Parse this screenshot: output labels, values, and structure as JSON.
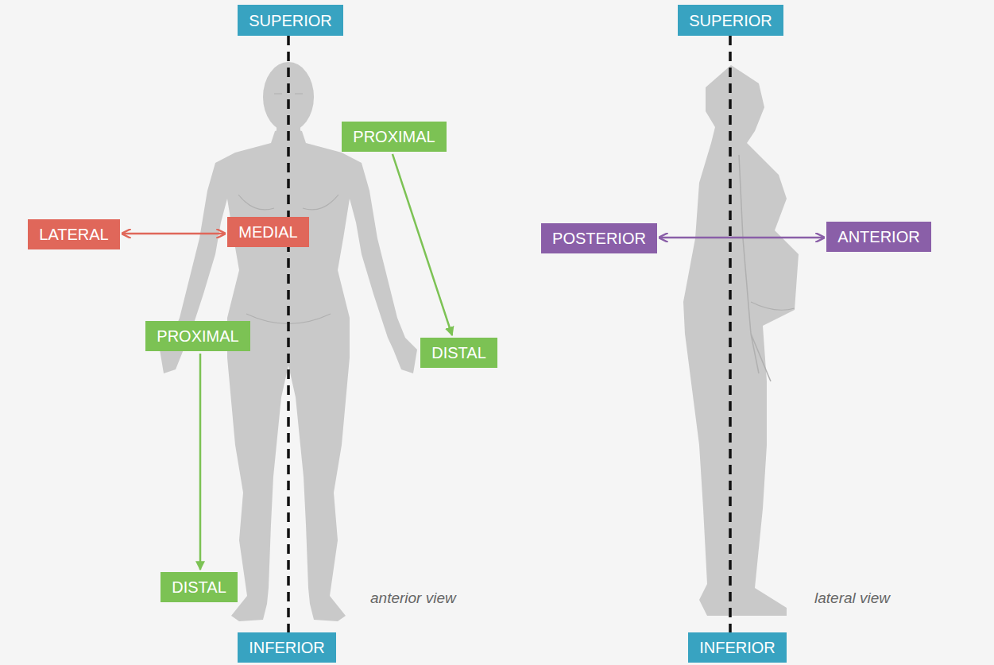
{
  "diagram": {
    "nodes": [
      {
        "text": [
          "SUPERIOR"
        ]
      },
      {
        "text": [
          "SUPERIOR"
        ]
      },
      {
        "text": [
          "PROXIMAL"
        ]
      },
      {
        "text": [
          "LATERAL"
        ]
      },
      {
        "text": [
          "MEDIAL"
        ]
      },
      {
        "text": [
          "POSTERIOR"
        ]
      },
      {
        "text": [
          "ANTERIOR"
        ]
      },
      {
        "text": [
          "PROXIMAL"
        ]
      },
      {
        "text": [
          "DISTAL"
        ]
      },
      {
        "text": [
          "DISTAL"
        ]
      },
      {
        "text": [
          "INFERIOR"
        ]
      },
      {
        "text": [
          "INFERIOR"
        ]
      }
    ],
    "edges": [
      {
        "from": 3,
        "to": 4,
        "arrow": "both"
      },
      {
        "from": 2,
        "to": 8,
        "arrow": "to"
      },
      {
        "from": 7,
        "to": 9,
        "arrow": "to"
      },
      {
        "from": 5,
        "to": 6,
        "arrow": "both"
      },
      {
        "from": 0,
        "to": 10,
        "arrow": "none"
      },
      {
        "from": 1,
        "to": 11,
        "arrow": "none"
      }
    ],
    "labels": [
      "anterior view",
      "lateral view"
    ]
  }
}
